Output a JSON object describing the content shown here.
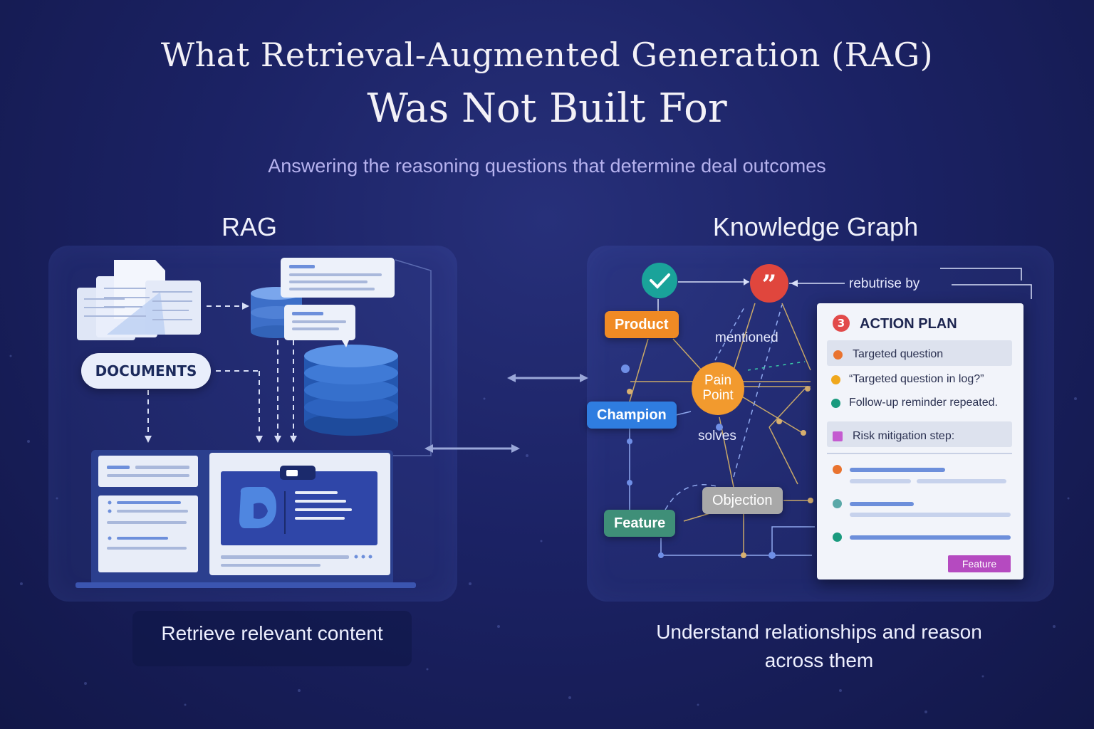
{
  "header": {
    "title_line1": "What Retrieval-Augmented Generation (RAG)",
    "title_line2": "Was Not Built For",
    "subtitle": "Answering the reasoning questions that determine deal outcomes"
  },
  "rag": {
    "title": "RAG",
    "documents_label": "DOCUMENTS",
    "caption": "Retrieve relevant content"
  },
  "kg": {
    "title": "Knowledge Graph",
    "nodes": {
      "product": "Product",
      "pain_point_line1": "Pain",
      "pain_point_line2": "Point",
      "champion": "Champion",
      "objection": "Objection",
      "feature": "Feature"
    },
    "edge_labels": {
      "mentioned": "mentioned",
      "solves": "solves",
      "rebutrise": "rebutrise by"
    },
    "action_plan": {
      "number": "3",
      "title": "ACTION PLAN",
      "items": [
        "Targeted question",
        "“Targeted question in log?”",
        "Follow-up reminder repeated.",
        "Risk mitigation step:"
      ],
      "tag": "Feature"
    },
    "caption_line1": "Understand relationships and reason",
    "caption_line2": "across them"
  },
  "colors": {
    "product": "#f08a24",
    "pain_point": "#f29a2e",
    "champion": "#2f7de0",
    "objection": "#a8a8a8",
    "feature": "#3f8f78",
    "check": "#1aa39a",
    "quote": "#e0463d"
  }
}
